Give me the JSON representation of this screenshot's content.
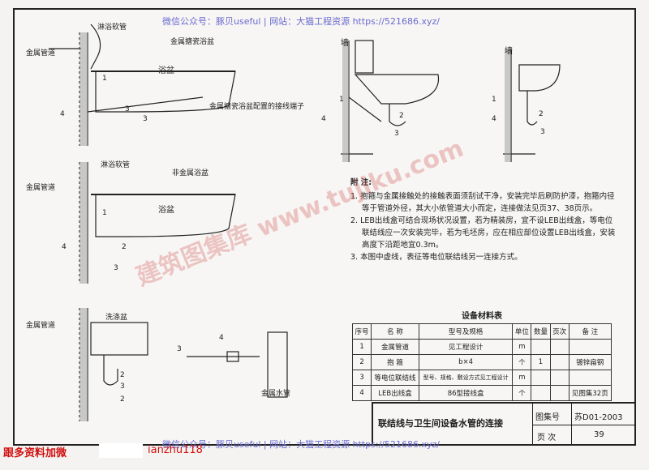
{
  "watermark": {
    "top": "微信公众号：豚贝useful | 网站：大猫工程资源 https://521686.xyz/",
    "bottom": "微信公众号：豚贝useful | 网站：大猫工程资源 https://521686.xyz/",
    "diagonal": "建筑图集库 www.tujiku.com"
  },
  "fig1": {
    "shower_hose": "淋浴软管",
    "metal_pipe": "金属管道",
    "enamel_tub": "金属搪瓷浴盆",
    "tub": "浴盆",
    "terminal": "金属搪瓷浴盆配置的接线端子",
    "n1": "1",
    "n3a": "3",
    "n3b": "3",
    "n4": "4"
  },
  "fig2": {
    "shower_hose": "淋浴软管",
    "non_metal_tub": "非金属浴盆",
    "metal_pipe": "金属管道",
    "tub": "浴盆",
    "n1": "1",
    "n2": "2",
    "n3": "3",
    "n4": "4"
  },
  "fig3": {
    "basin": "洗涤盆",
    "metal_pipe": "金属管道",
    "n2a": "2",
    "n2b": "2",
    "n3a": "3",
    "n3b": "3",
    "n4": "4",
    "water_pipe": "金属水管"
  },
  "fig4": {
    "wall": "墙",
    "n1": "1",
    "n2": "2",
    "n3": "3",
    "n4": "4"
  },
  "fig5": {
    "wall": "墙",
    "n1": "1",
    "n2": "2",
    "n3": "3",
    "n4": "4"
  },
  "notes": {
    "heading": "附 注:",
    "items": [
      "1. 抱箍与金属接触处的接触表面须刮试干净，安装完毕后刷防护漆，抱箍内径等于管道外径，其大小依管道大小而定，连接做法见页37、38页示。",
      "2. LEB出线盒可结合现场状况设置，若为精装房，宜不设LEB出线盒，等电位联结线应一次安装完毕，若为毛坯房，应在相应部位设置LEB出线盒，安装高度下沿距地宜0.3m。",
      "3. 本图中虚线，表征等电位联结线另一连接方式。"
    ]
  },
  "materials": {
    "caption": "设备材料表",
    "headers": [
      "序号",
      "名 称",
      "型号及规格",
      "单位",
      "数量",
      "页次",
      "备 注"
    ],
    "rows": [
      [
        "1",
        "金属管道",
        "见工程设计",
        "m",
        "",
        "",
        ""
      ],
      [
        "2",
        "抱 箍",
        "b×4",
        "个",
        "1",
        "",
        "镀锌扁钢"
      ],
      [
        "3",
        "等电位联结线",
        "型号、规格、敷设方式见工程设计",
        "m",
        "",
        "",
        ""
      ],
      [
        "4",
        "LEB出线盒",
        "86型接线盒",
        "个",
        "",
        "",
        "见图集32页"
      ]
    ]
  },
  "titleblock": {
    "title": "联结线与卫生间设备水管的连接",
    "atlas_label": "图集号",
    "atlas_no": "苏D01-2003",
    "page_label": "页 次",
    "page_no": "39"
  },
  "footer": {
    "follow": "跟多资料加微",
    "wechat": "ianzhu118"
  }
}
